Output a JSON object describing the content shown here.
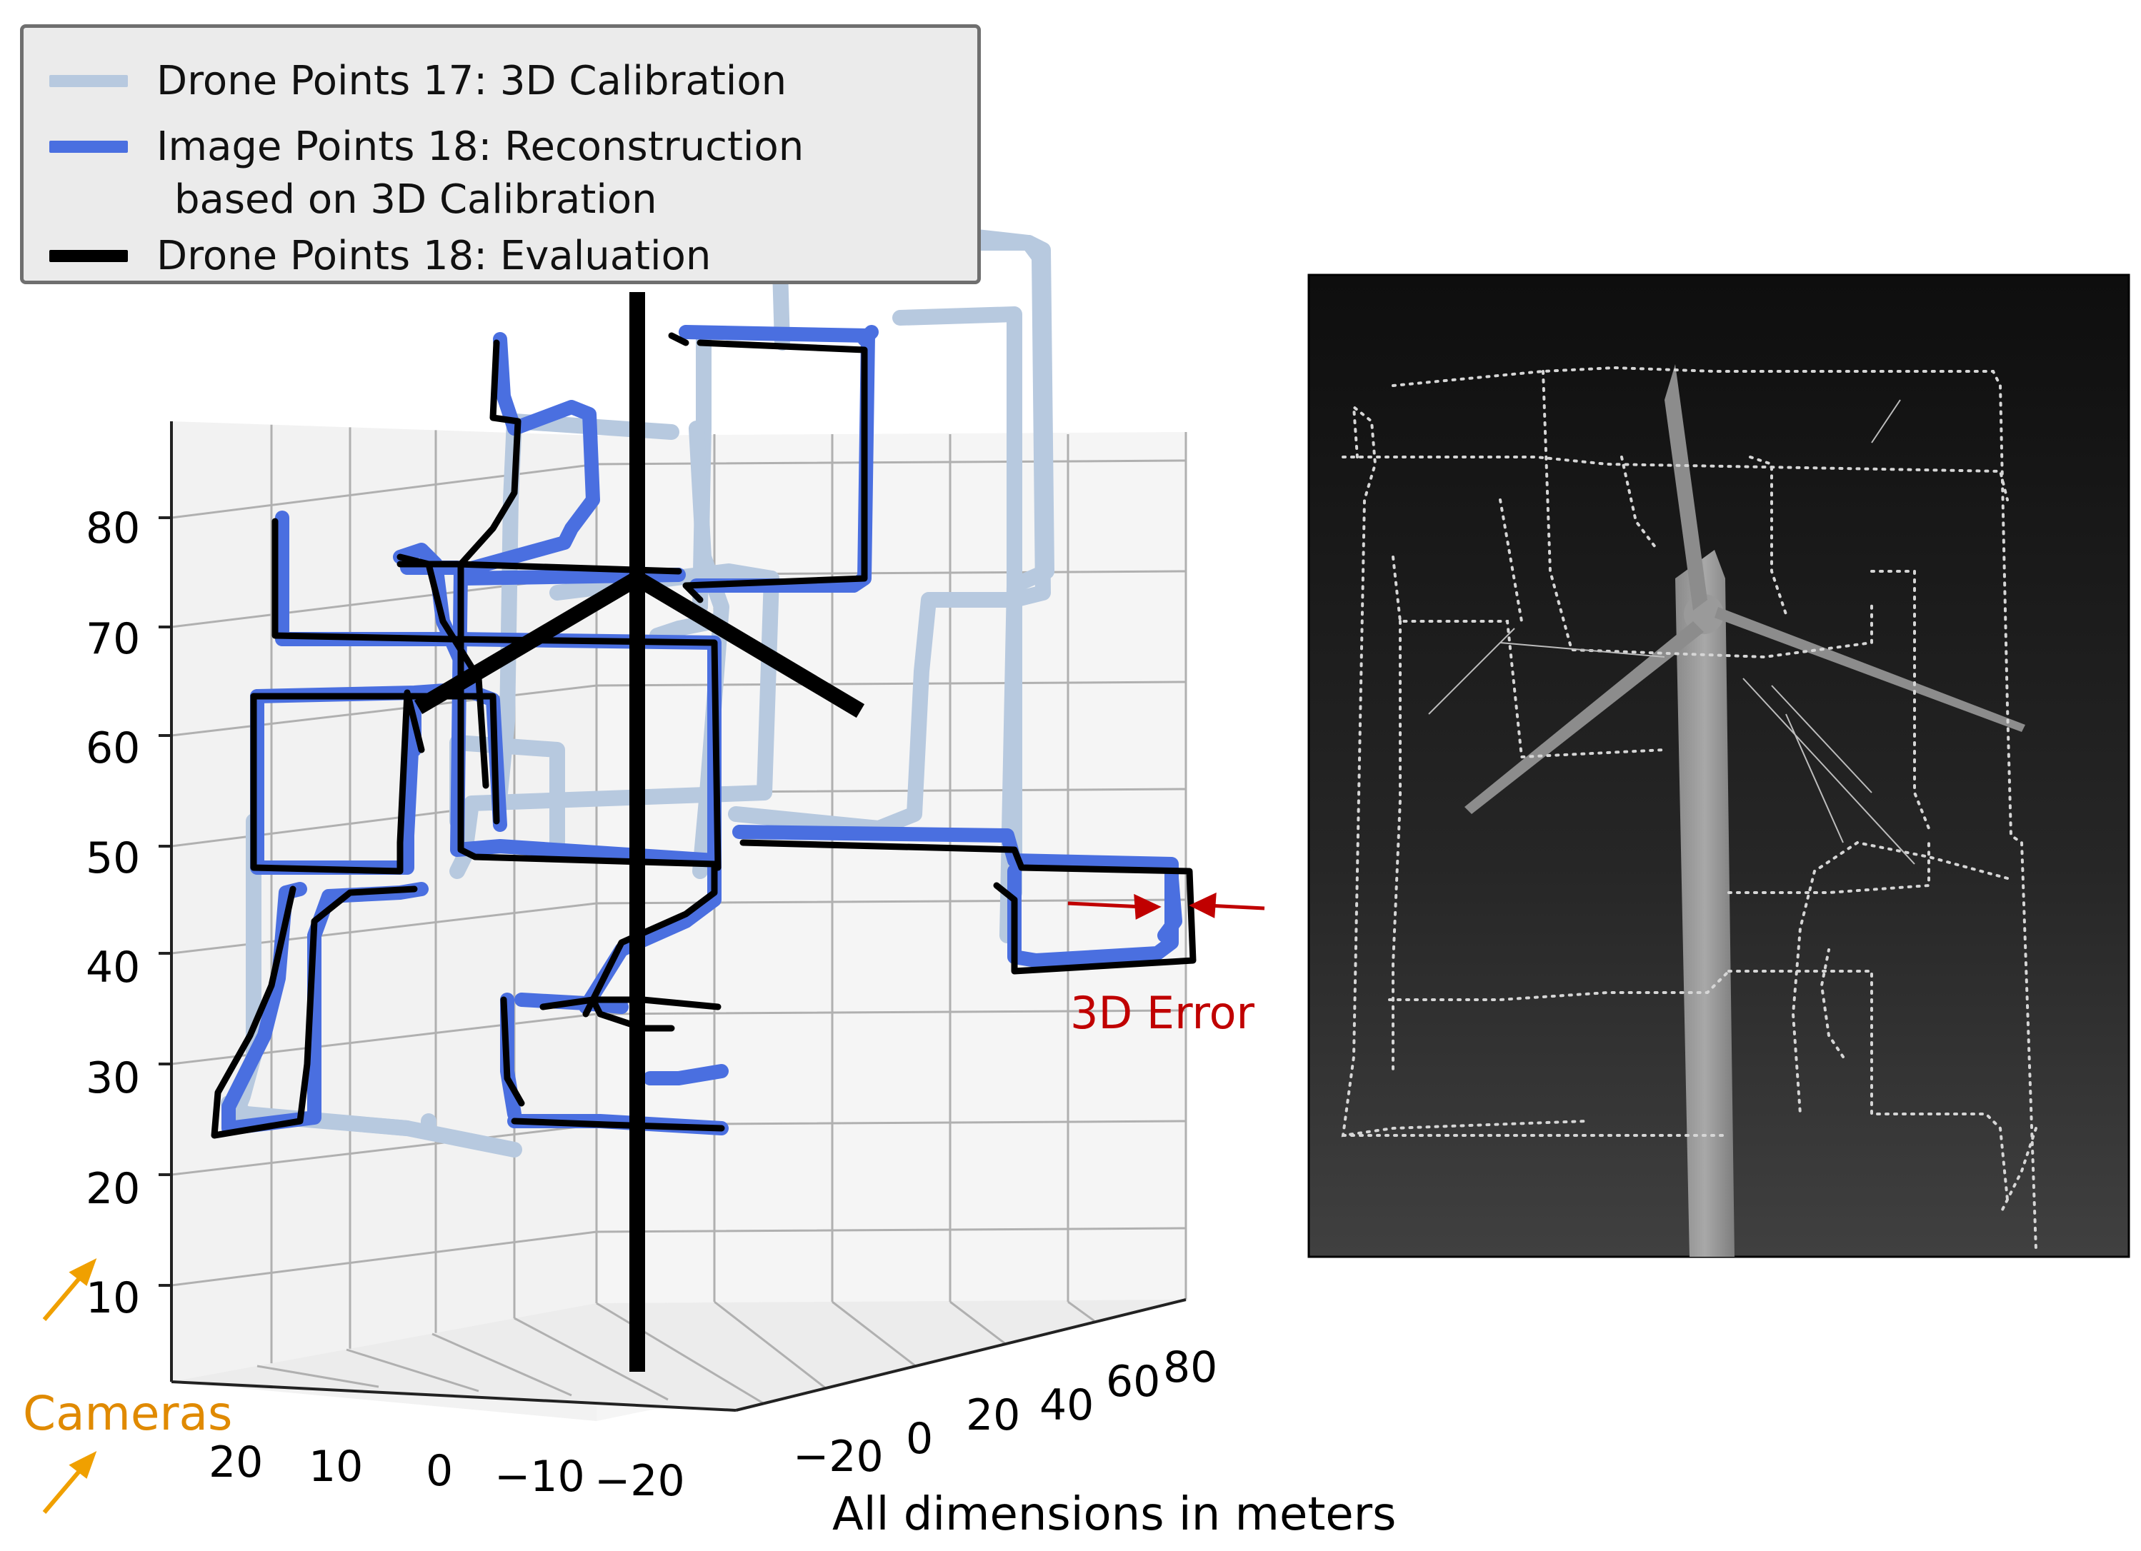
{
  "chart_data": {
    "type": "line3d",
    "projection": "3D perspective",
    "legend": {
      "placement": "top-left",
      "entries": [
        {
          "label": "Drone Points 17: 3D Calibration",
          "color": "#b7c9df"
        },
        {
          "label": "Image Points 18: Reconstruction",
          "label_cont": "based on 3D Calibration",
          "color": "#4a6fe0"
        },
        {
          "label": "Drone Points 18: Evaluation",
          "color": "#000000"
        }
      ]
    },
    "z_ticks": [
      "10",
      "20",
      "30",
      "40",
      "50",
      "60",
      "70",
      "80"
    ],
    "left_axis_ticks": [
      "20",
      "10",
      "0",
      "−10",
      "−20"
    ],
    "right_axis_ticks": [
      "−20",
      "0",
      "20",
      "40",
      "60",
      "80"
    ],
    "axis_note": "All dimensions in meters",
    "annotations": {
      "error_label": "3D Error",
      "error_color": "#c00000",
      "cameras_label": "Cameras",
      "cameras_color": "#e08a00"
    },
    "photo": {
      "content": "Grayscale photo of a wind turbine with drone light trails"
    }
  }
}
